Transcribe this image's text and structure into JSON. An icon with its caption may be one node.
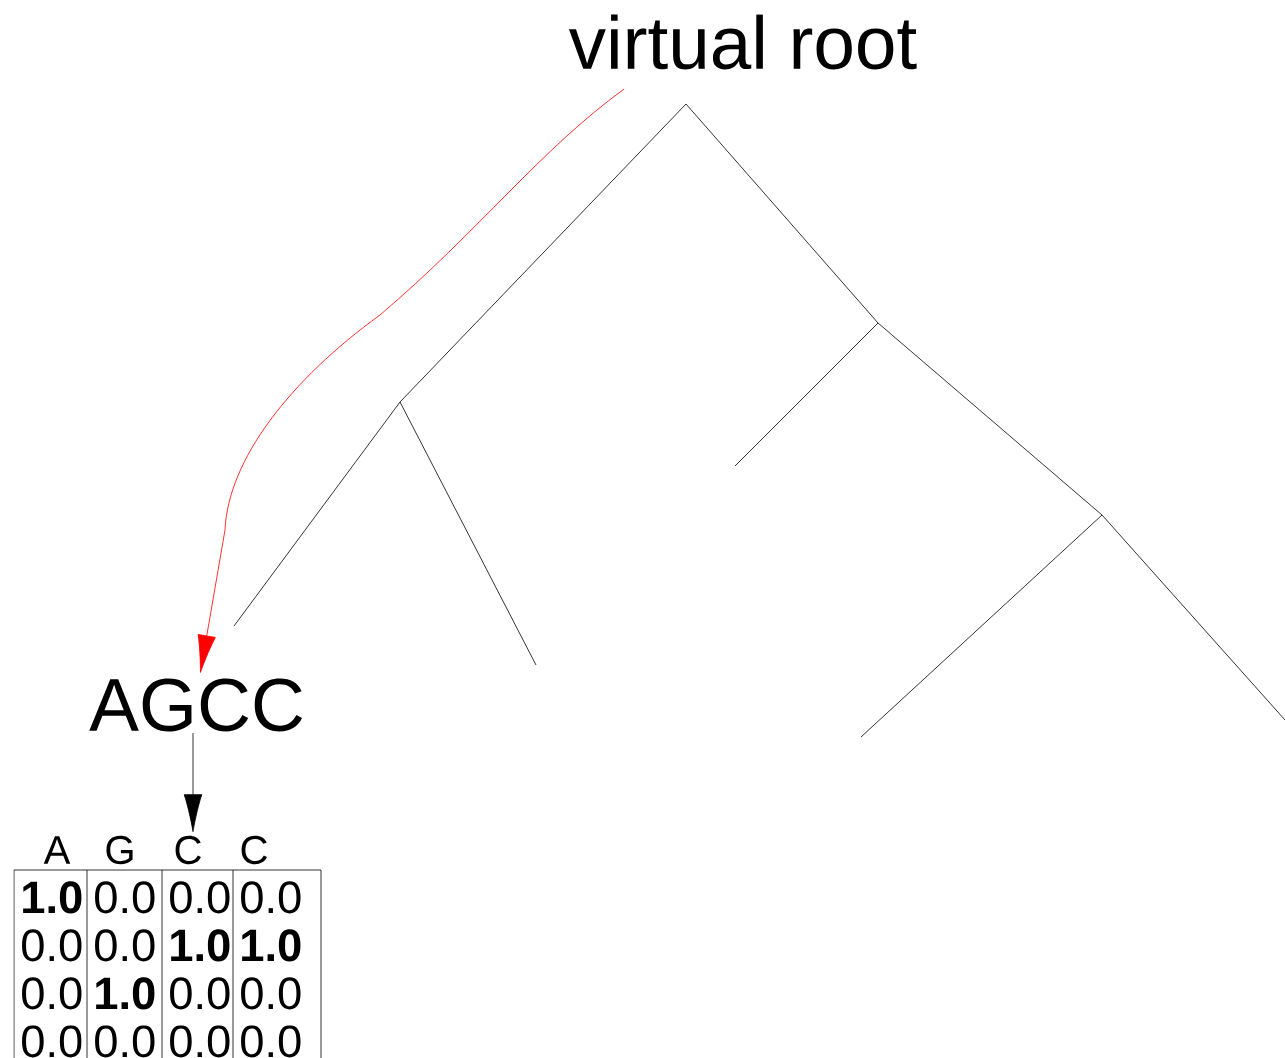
{
  "diagram": {
    "nodes": [
      {
        "text": [
          "virtual root"
        ]
      },
      {
        "text": [
          "AGCC"
        ]
      },
      {
        "text": [
          "C"
        ]
      }
    ],
    "edges": [
      {
        "from": 0,
        "to": 1,
        "arrow": "to",
        "color": "#ff0000"
      },
      {
        "from": 1,
        "to": 2,
        "arrow": "to",
        "color": "#000000"
      }
    ],
    "labels": [
      "A",
      "G",
      "C",
      "1.0",
      "0.0",
      "0.0",
      "0.0",
      "0.0",
      "0.0",
      "1.0",
      "1.0",
      "0.0",
      "1.0",
      "0.0",
      "0.0",
      "0.0",
      "0.0",
      "0.0",
      "0.0"
    ]
  }
}
